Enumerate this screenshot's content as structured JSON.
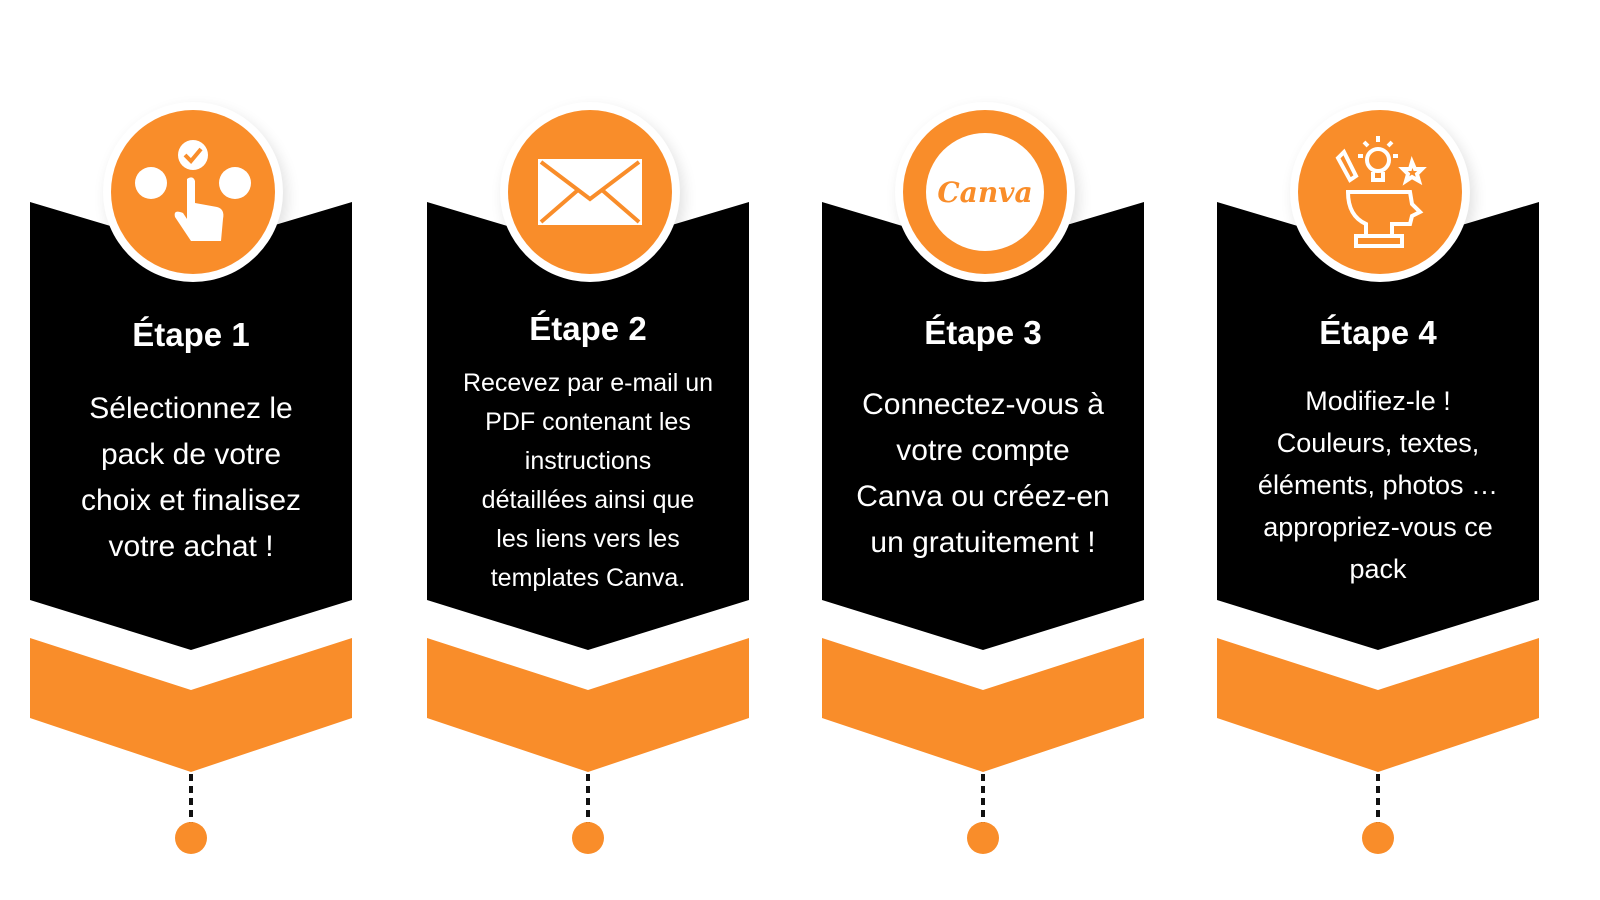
{
  "colors": {
    "accent": "#f98d2a",
    "card": "#000000",
    "background": "#ffffff"
  },
  "steps": [
    {
      "title": "Étape 1",
      "icon": "hand-select-icon",
      "lines": [
        "Sélectionnez le",
        "pack de votre",
        "choix et finalisez",
        "votre achat !"
      ]
    },
    {
      "title": "Étape 2",
      "icon": "envelope-icon",
      "lines": [
        "Recevez par e-mail un",
        "PDF contenant les",
        "instructions",
        "détaillées ainsi que",
        "les liens vers les",
        "templates Canva."
      ]
    },
    {
      "title": "Étape 3",
      "icon": "canva-logo-icon",
      "logo_text": "Canva",
      "lines": [
        "Connectez-vous à",
        "votre compte",
        "Canva ou créez-en",
        "un gratuitement !"
      ]
    },
    {
      "title": "Étape 4",
      "icon": "creative-mind-icon",
      "lines": [
        "Modifiez-le !",
        "Couleurs, textes,",
        "éléments, photos …",
        "appropriez-vous ce",
        "pack"
      ]
    }
  ]
}
